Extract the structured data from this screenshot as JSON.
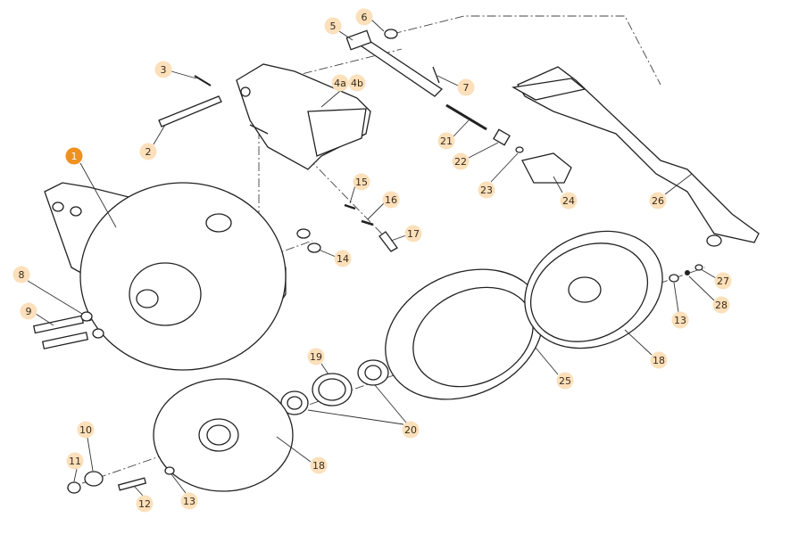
{
  "title": "Exploded parts diagram",
  "colors": {
    "highlight": "#f0901e",
    "badge": "#fbe0bb",
    "badge_text": "#3a2a1a",
    "highlight_text": "#ffffff"
  },
  "callouts": [
    {
      "label": "1",
      "highlight": true
    },
    {
      "label": "2"
    },
    {
      "label": "3"
    },
    {
      "label": "4a"
    },
    {
      "label": "4b"
    },
    {
      "label": "5"
    },
    {
      "label": "6"
    },
    {
      "label": "7"
    },
    {
      "label": "8"
    },
    {
      "label": "9"
    },
    {
      "label": "10"
    },
    {
      "label": "11"
    },
    {
      "label": "12"
    },
    {
      "label": "13"
    },
    {
      "label": "13"
    },
    {
      "label": "14"
    },
    {
      "label": "15"
    },
    {
      "label": "16"
    },
    {
      "label": "17"
    },
    {
      "label": "18"
    },
    {
      "label": "18"
    },
    {
      "label": "19"
    },
    {
      "label": "20"
    },
    {
      "label": "21"
    },
    {
      "label": "22"
    },
    {
      "label": "23"
    },
    {
      "label": "24"
    },
    {
      "label": "25"
    },
    {
      "label": "26"
    },
    {
      "label": "27"
    },
    {
      "label": "28"
    }
  ]
}
